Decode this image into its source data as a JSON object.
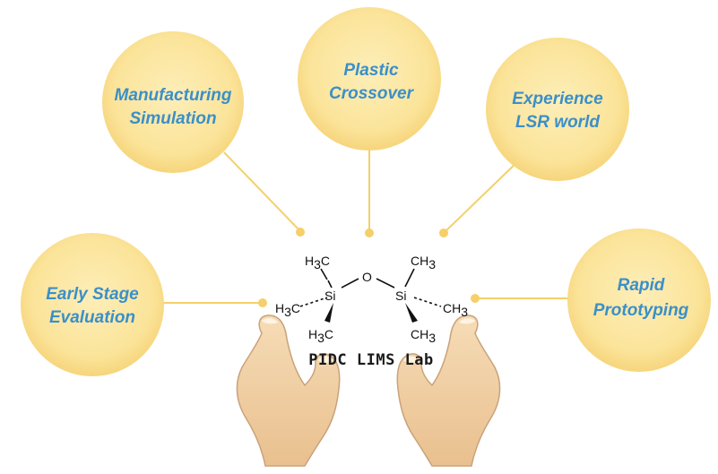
{
  "diagram": {
    "center_label": "PIDC LIMS Lab",
    "nodes": [
      {
        "id": "manufacturing-simulation",
        "lines": [
          "Manufacturing",
          "Simulation"
        ]
      },
      {
        "id": "plastic-crossover",
        "lines": [
          "Plastic",
          "Crossover"
        ]
      },
      {
        "id": "experience-lsr-world",
        "lines": [
          "Experience",
          "LSR world"
        ]
      },
      {
        "id": "early-stage-evaluation",
        "lines": [
          "Early Stage",
          "Evaluation"
        ]
      },
      {
        "id": "rapid-prototyping",
        "lines": [
          "Rapid",
          "Prototyping"
        ]
      }
    ],
    "molecule": {
      "oxygen": "O",
      "silicon": "Si",
      "methyl_prefix": "H",
      "methyl_sub": "3",
      "methyl_suffix": "C",
      "methyl_right_prefix": "CH",
      "methyl_right_sub": "3"
    },
    "colors": {
      "circle_fill": "#fbe49a",
      "circle_edge": "#f7d97a",
      "connector": "#f5cf6a",
      "label_text": "#3b8fc8",
      "hand_skin": "#f2d2a6",
      "hand_outline": "#c9a27a"
    }
  }
}
